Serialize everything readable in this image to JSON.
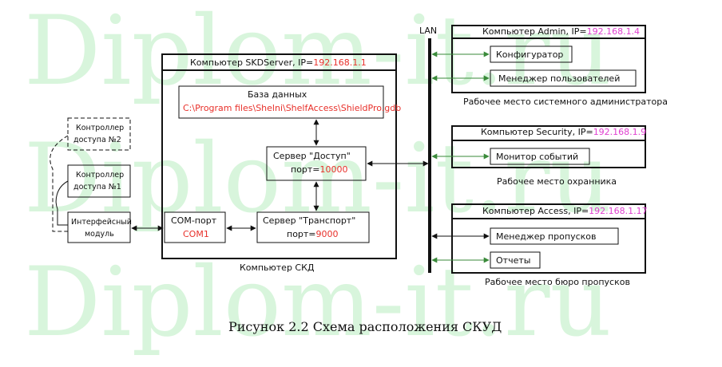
{
  "watermark": "Diplom-it.ru",
  "lan_label": "LAN",
  "server": {
    "title_prefix": "Компьютер SKDServer, IP=",
    "ip": "192.168.1.1",
    "footer": "Компьютер СКД",
    "db_title": "База данных",
    "db_path": "C:\\Program files\\Shelni\\ShelfAccess\\ShieldPro.gdb",
    "access_server": "Сервер \"Доступ\"",
    "access_port_label": "порт=",
    "access_port": "10000",
    "transport_server": "Сервер \"Транспорт\"",
    "transport_port_label": "порт=",
    "transport_port": "9000",
    "com_label": "COM-порт",
    "com_value": "COM1"
  },
  "controllers": {
    "c2_line1": "Контроллер",
    "c2_line2": "доступа №2",
    "c1_line1": "Контроллер",
    "c1_line2": "доступа №1",
    "iface_line1": "Интерфейсный",
    "iface_line2": "модуль"
  },
  "admin": {
    "title_prefix": "Компьютер Admin, IP=",
    "ip": "192.168.1.4",
    "app1": "Конфигуратор",
    "app2": "Менеджер пользователей",
    "caption": "Рабочее место системного администратора"
  },
  "security": {
    "title_prefix": "Компьютер Security, IP=",
    "ip": "192.168.1.9",
    "app1": "Монитор событий",
    "caption": "Рабочее место охранника"
  },
  "access": {
    "title_prefix": "Компьютер Access, IP=",
    "ip": "192.168.1.17",
    "app1": "Менеджер пропусков",
    "app2": "Отчеты",
    "caption": "Рабочее место бюро пропусков"
  },
  "figure_caption": "Рисунок 2.2 Схема расположения СКУД"
}
